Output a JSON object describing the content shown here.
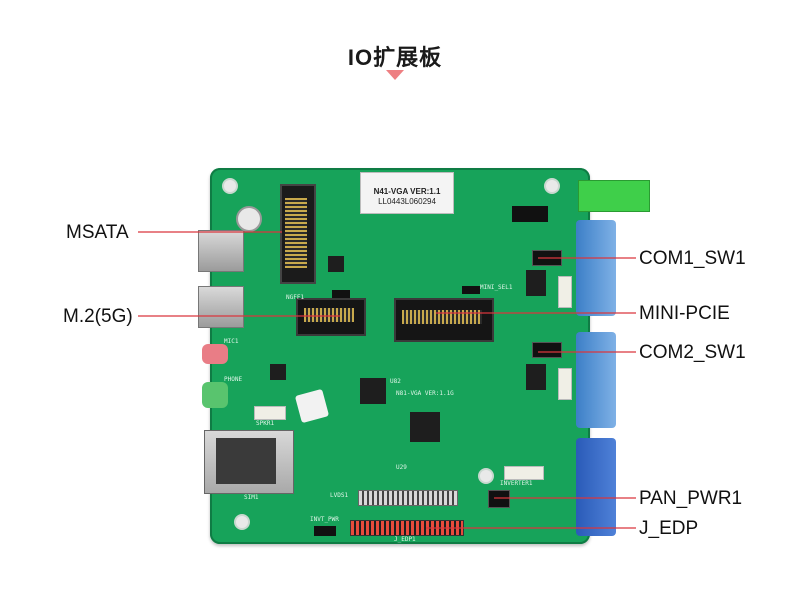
{
  "page": {
    "title": "IO扩展板"
  },
  "board": {
    "sticker_model": "N41-VGA VER:1.1",
    "sticker_serial": "LL0443L060294",
    "silk_model": "N81-VGA VER:1.1G",
    "silk_labels": [
      "NGFF1",
      "MINI_SEL1",
      "INVERTER1",
      "LVDS1",
      "INVT_PWR",
      "J_EDP1",
      "SIM1",
      "SPKR1",
      "U29",
      "U82",
      "MIC1",
      "PHONE"
    ]
  },
  "callouts": {
    "msata": "MSATA",
    "m2": "M.2(5G)",
    "com1": "COM1_SW1",
    "minipcie": "MINI-PCIE",
    "com2": "COM2_SW1",
    "panpwr": "PAN_PWR1",
    "jedp": "J_EDP"
  },
  "colors": {
    "pcb": "#17a35a",
    "leader_line": "#d9363e",
    "title_arrow": "#ee7f82",
    "db9_blue": "#3c7fc7",
    "vga_blue": "#2a5bb8",
    "terminal_green": "#3fcf4a"
  }
}
